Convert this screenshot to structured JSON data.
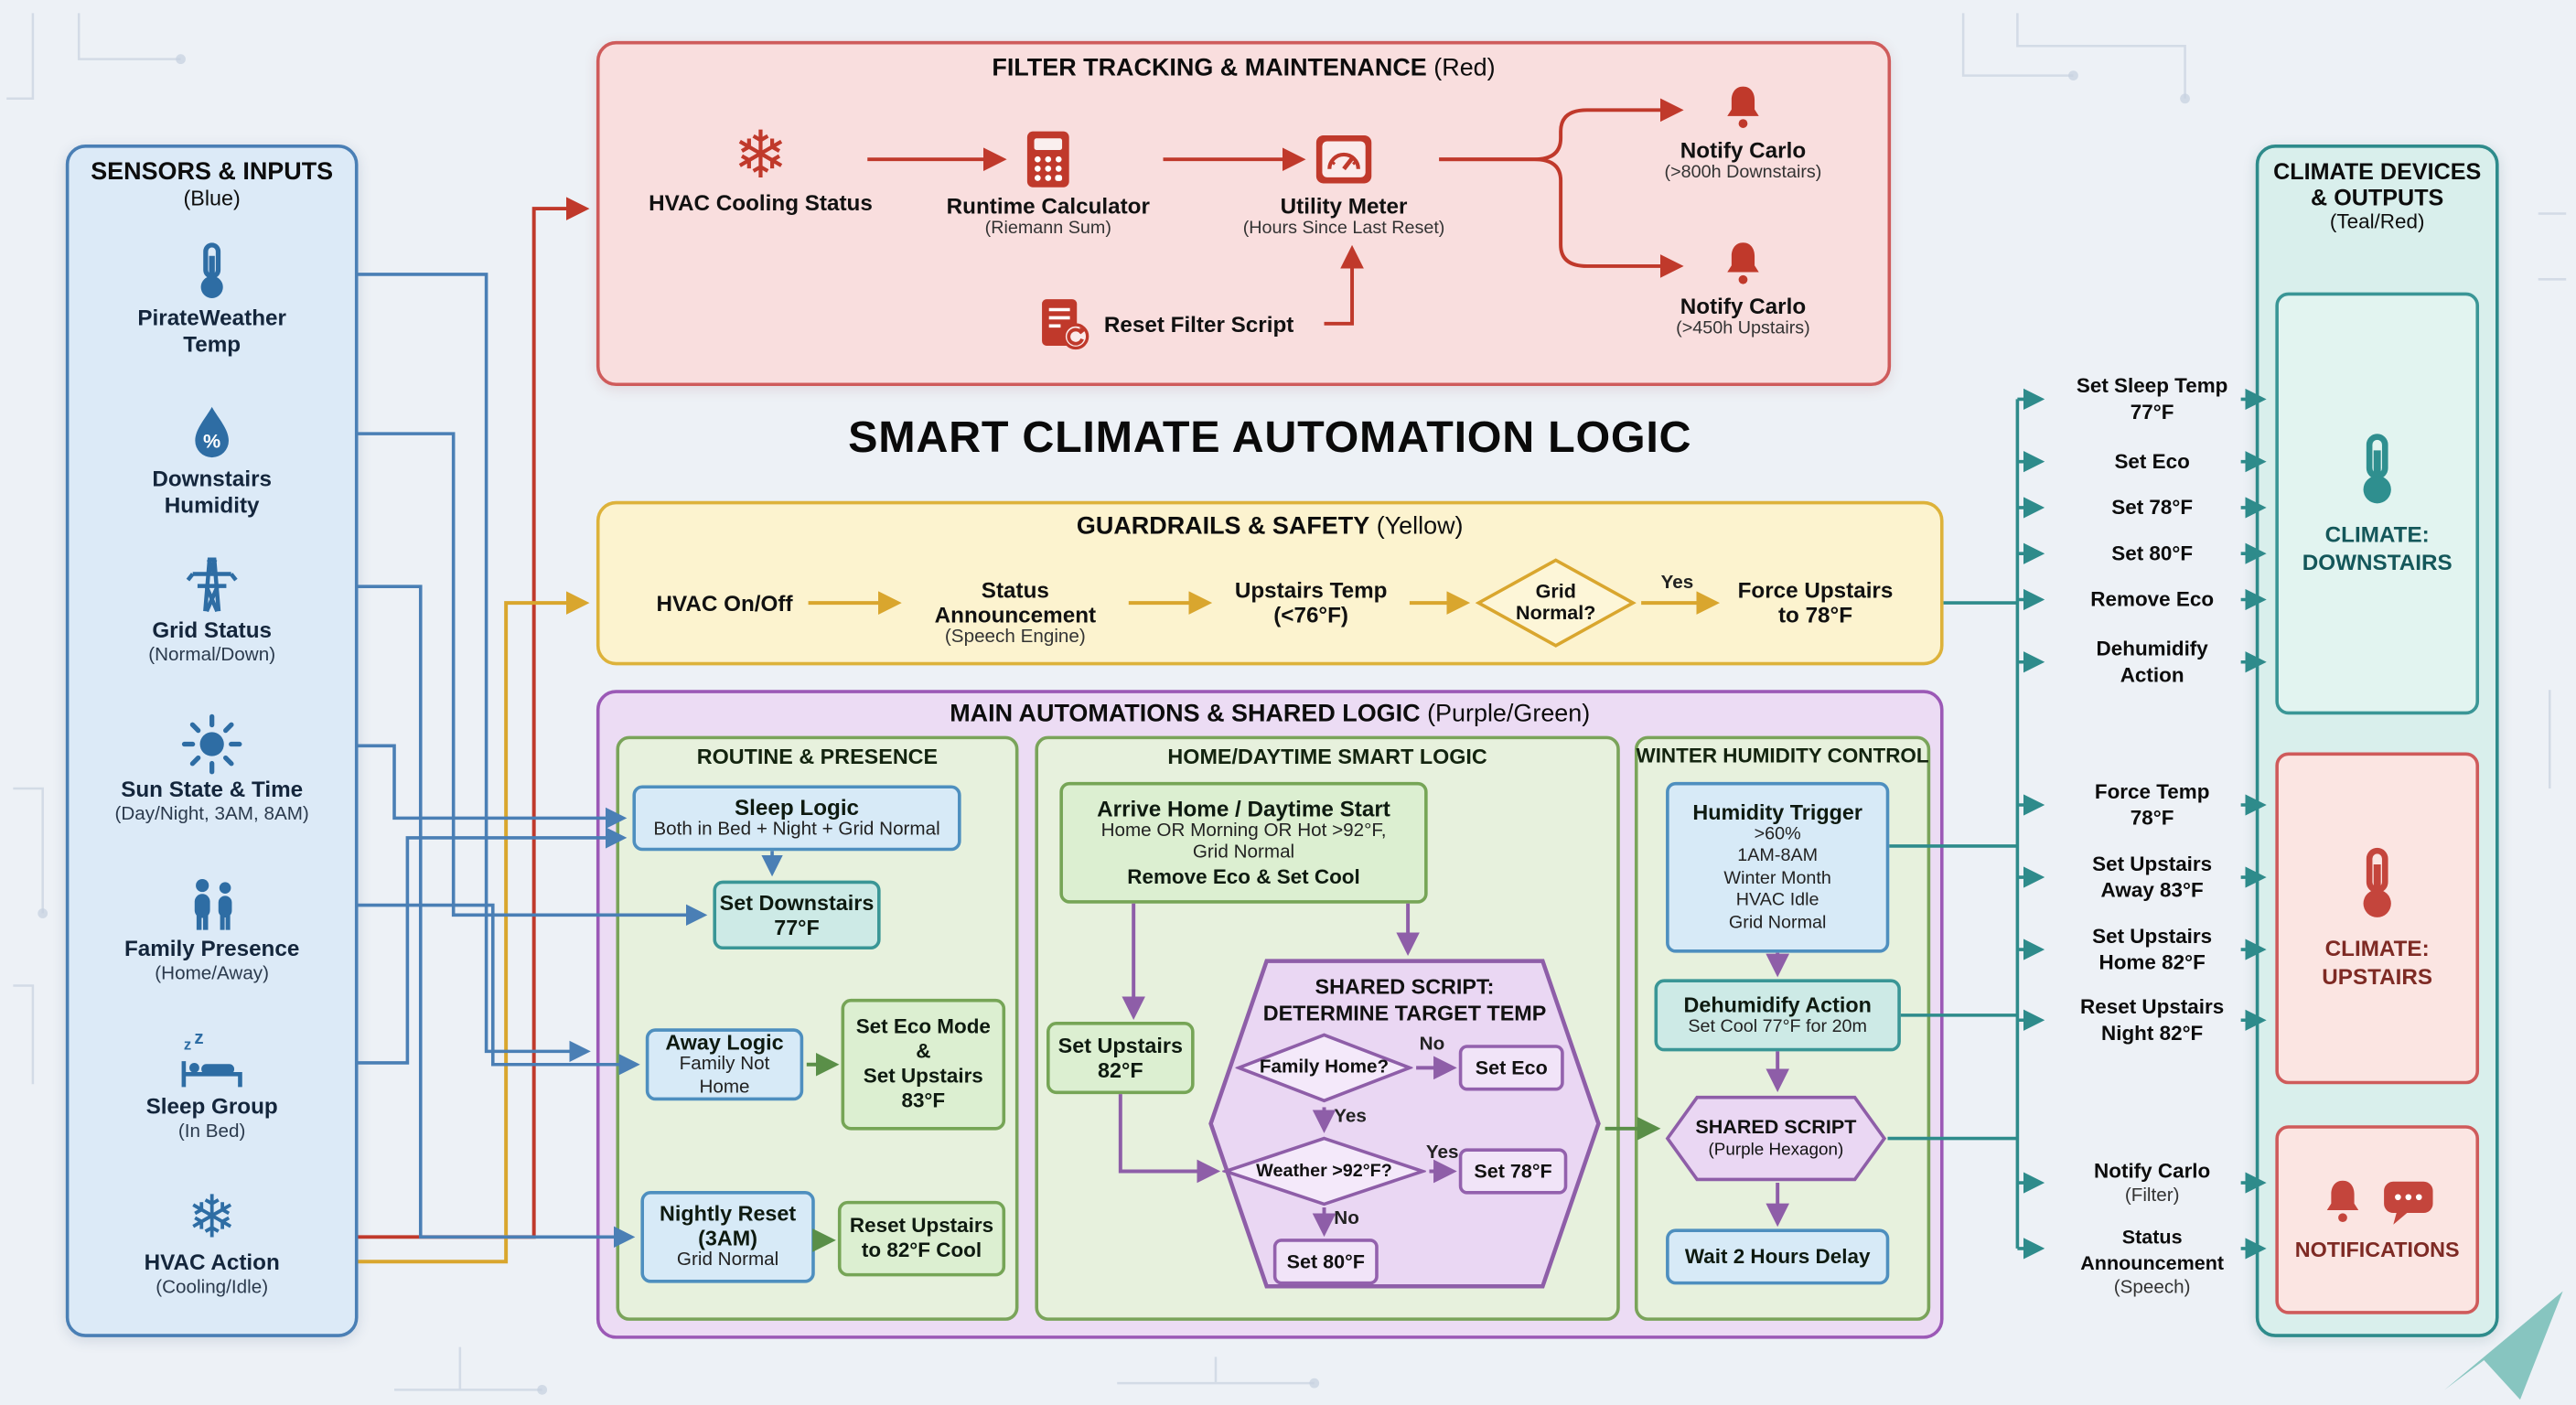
{
  "title": "SMART CLIMATE AUTOMATION LOGIC",
  "colors": {
    "blue": "#4a7fb5",
    "red": "#c0392b",
    "yellow": "#d9a62e",
    "purple": "#8e5ea8",
    "green": "#5a8f48",
    "teal": "#2e8b8b",
    "panel_blue_bg": "#dceaf7",
    "panel_red_bg": "#f9dede",
    "panel_yellow_bg": "#fcf3cf",
    "panel_purple_bg": "#ecdcf4",
    "panel_green_bg": "#e7f1dd",
    "panel_teal_bg": "#d9efec"
  },
  "icons": {
    "snowflake": "❄"
  },
  "sensors": {
    "title": "SENSORS & INPUTS",
    "subtitle": "(Blue)",
    "items": [
      {
        "icon": "thermometer-icon",
        "l1": "PirateWeather",
        "l2": "Temp"
      },
      {
        "icon": "humidity-icon",
        "l1": "Downstairs",
        "l2": "Humidity"
      },
      {
        "icon": "grid-tower-icon",
        "l1": "Grid Status",
        "sub": "(Normal/Down)"
      },
      {
        "icon": "sun-icon",
        "l1": "Sun State & Time",
        "sub": "(Day/Night, 3AM, 8AM)"
      },
      {
        "icon": "family-icon",
        "l1": "Family Presence",
        "sub": "(Home/Away)"
      },
      {
        "icon": "sleep-bed-icon",
        "l1": "Sleep Group",
        "sub": "(In Bed)"
      },
      {
        "icon": "snowflake-icon",
        "l1": "HVAC Action",
        "sub": "(Cooling/Idle)"
      }
    ]
  },
  "filter": {
    "title": "FILTER TRACKING & MAINTENANCE",
    "title_tag": "(Red)",
    "hvac_status": "HVAC Cooling Status",
    "runtime": "Runtime Calculator",
    "runtime_sub": "(Riemann Sum)",
    "meter": "Utility Meter",
    "meter_sub": "(Hours Since Last Reset)",
    "notify_down": "Notify Carlo",
    "notify_down_sub": "(>800h Downstairs)",
    "notify_up": "Notify Carlo",
    "notify_up_sub": "(>450h Upstairs)",
    "reset": "Reset Filter Script"
  },
  "guardrails": {
    "title": "GUARDRAILS & SAFETY",
    "title_tag": "(Yellow)",
    "hvac": "HVAC On/Off",
    "status": "Status Announcement",
    "status_sub": "(Speech Engine)",
    "upstairs_temp": "Upstairs Temp",
    "upstairs_temp_sub": "(<76°F)",
    "grid_q": "Grid Normal?",
    "yes": "Yes",
    "force_l1": "Force Upstairs",
    "force_l2": "to 78°F"
  },
  "main": {
    "title": "MAIN AUTOMATIONS & SHARED LOGIC",
    "title_tag": "(Purple/Green)",
    "routine": {
      "title": "ROUTINE & PRESENCE",
      "sleep_logic": "Sleep Logic",
      "sleep_logic_sub": "Both in Bed + Night + Grid Normal",
      "set_downstairs_l1": "Set Downstairs",
      "set_downstairs_l2": "77°F",
      "away": "Away Logic",
      "away_sub": "Family Not Home",
      "eco_l1": "Set Eco Mode",
      "eco_l2": "&",
      "eco_l3": "Set Upstairs",
      "eco_l4": "83°F",
      "nightly_l1": "Nightly Reset",
      "nightly_l2": "(3AM)",
      "nightly_sub": "Grid Normal",
      "reset_l1": "Reset Upstairs",
      "reset_l2": "to 82°F Cool"
    },
    "home": {
      "title": "HOME/DAYTIME SMART LOGIC",
      "arrive_l1": "Arrive Home / Daytime Start",
      "arrive_l2": "Home OR Morning OR Hot >92°F,",
      "arrive_l3": "Grid Normal",
      "arrive_l4": "Remove Eco & Set Cool",
      "set82_l1": "Set Upstairs",
      "set82_l2": "82°F",
      "hex_l1": "SHARED SCRIPT:",
      "hex_l2": "DETERMINE TARGET TEMP",
      "family_q": "Family Home?",
      "no1": "No",
      "set_eco": "Set Eco",
      "yes1": "Yes",
      "weather_q": "Weather >92°F?",
      "yes2": "Yes",
      "set78": "Set 78°F",
      "no2": "No",
      "set80": "Set 80°F"
    },
    "winter": {
      "title": "WINTER HUMIDITY CONTROL",
      "trigger": "Humidity Trigger",
      "trigger_lines": [
        ">60%",
        "1AM-8AM",
        "Winter Month",
        "HVAC Idle",
        "Grid Normal"
      ],
      "dehumidify": "Dehumidify Action",
      "dehumidify_sub": "Set Cool 77°F for 20m",
      "hex": "SHARED SCRIPT",
      "hex_sub": "(Purple Hexagon)",
      "wait": "Wait 2 Hours Delay"
    }
  },
  "outputs": [
    {
      "l1": "Set Sleep Temp",
      "l2": "77°F"
    },
    {
      "l1": "Set Eco"
    },
    {
      "l1": "Set 78°F"
    },
    {
      "l1": "Set 80°F"
    },
    {
      "l1": "Remove Eco"
    },
    {
      "l1": "Dehumidify",
      "l2": "Action"
    },
    {
      "l1": "Force Temp",
      "l2": "78°F"
    },
    {
      "l1": "Set Upstairs",
      "l2": "Away 83°F"
    },
    {
      "l1": "Set Upstairs",
      "l2": "Home 82°F"
    },
    {
      "l1": "Reset Upstairs",
      "l2": "Night 82°F"
    },
    {
      "l1": "Notify Carlo",
      "sub": "(Filter)"
    },
    {
      "l1": "Status Announcement",
      "sub": "(Speech)"
    }
  ],
  "devices": {
    "title_l1": "CLIMATE DEVICES",
    "title_l2": "& OUTPUTS",
    "subtitle": "(Teal/Red)",
    "downstairs_l1": "CLIMATE:",
    "downstairs_l2": "DOWNSTAIRS",
    "upstairs_l1": "CLIMATE:",
    "upstairs_l2": "UPSTAIRS",
    "notifications": "NOTIFICATIONS"
  }
}
